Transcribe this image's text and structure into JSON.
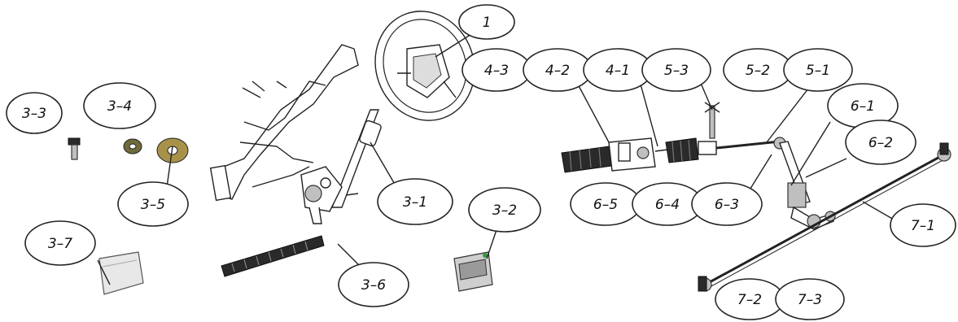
{
  "callouts": {
    "l1": "1",
    "l3_1": "3–1",
    "l3_2": "3–2",
    "l3_3": "3–3",
    "l3_4": "3–4",
    "l3_5": "3–5",
    "l3_6": "3–6",
    "l3_7": "3–7",
    "l4_1": "4–1",
    "l4_2": "4–2",
    "l4_3": "4–3",
    "l5_1": "5–1",
    "l5_2": "5–2",
    "l5_3": "5–3",
    "l6_1": "6–1",
    "l6_2": "6–2",
    "l6_3": "6–3",
    "l6_4": "6–4",
    "l6_5": "6–5",
    "l7_1": "7–1",
    "l7_2": "7–2",
    "l7_3": "7–3"
  }
}
